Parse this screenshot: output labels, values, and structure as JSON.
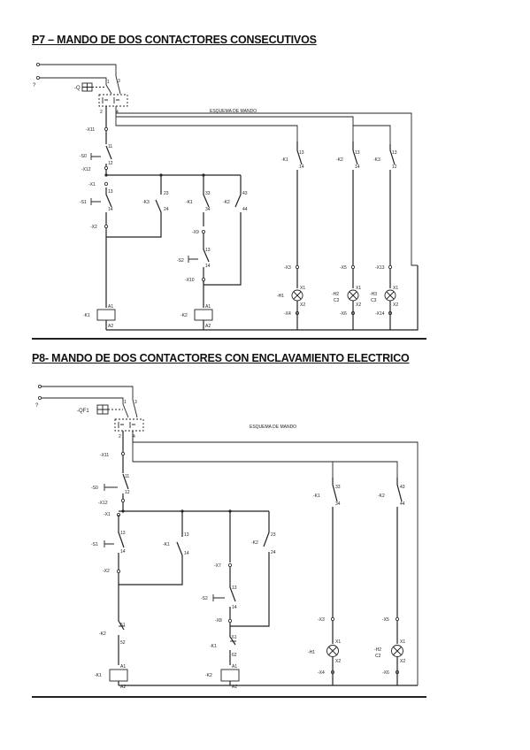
{
  "sections": [
    {
      "title": "P7 – MANDO DE DOS CONTACTORES CONSECUTIVOS",
      "scheme_label": "ESQUEMA DE MANDO",
      "labels": {
        "q": "-Q",
        "t1": "1",
        "t3": "3",
        "t2": "2",
        "t4": "4",
        "x11": "-X11",
        "c11": "11",
        "c12": "12",
        "s0": "-S0",
        "x12": "-X12",
        "x1": "-X1",
        "s1": "-S1",
        "c13": "13",
        "c14": "14",
        "x2": "-X2",
        "k3a": "-K3",
        "c23": "23",
        "c24": "24",
        "k1b": "-K1",
        "c33": "33",
        "c34": "34",
        "k2a": "-K2",
        "c43": "43",
        "c44": "44",
        "x9": "-X9",
        "s2": "-S2",
        "c13b": "13",
        "c14b": "14",
        "x10": "-X10",
        "k1coil": "-K1",
        "a1": "A1",
        "a2": "A2",
        "k2coil": "-K2",
        "a1b": "A1",
        "a2b": "A2",
        "l1k": "-K1",
        "l1c13": "13",
        "l1c14": "14",
        "l1x": "-X3",
        "l1h": "-H1",
        "l1x1": "X1",
        "l1x2": "X2",
        "l1xb": "-X4",
        "l2k": "-K2",
        "l2c13": "13",
        "l2c14": "14",
        "l2x": "-X5",
        "l2h": "-H2",
        "l2hc": "C2",
        "l2x1": "X1",
        "l2x2": "X2",
        "l2xb": "-X6",
        "l3k": "-K3",
        "l3c13": "13",
        "l3c14": "12",
        "l3x": "-X13",
        "l3h": "-H3",
        "l3hc": "C3",
        "l3x1": "X1",
        "l3x2": "X2",
        "l3xb": "-X14"
      }
    },
    {
      "title": "P8-  MANDO DE DOS CONTACTORES CON ENCLAVAMIENTO ELECTRICO",
      "scheme_label": "ESQUEMA DE MANDO",
      "labels": {
        "q": "-QF1",
        "t1": "1",
        "t3": "3",
        "t2": "2",
        "t4": "4",
        "x11": "-X11",
        "c11": "11",
        "c12": "12",
        "s0": "-S0",
        "x12": "-X12",
        "x1": "-X1",
        "s1": "-S1",
        "c13": "13",
        "c14": "14",
        "x2": "-X2",
        "k1a": "-K1",
        "c13k": "13",
        "c14k": "14",
        "x7": "-X7",
        "k2a": "-K2",
        "c23": "23",
        "c24": "24",
        "s2": "-S2",
        "c13b": "13",
        "c14b": "14",
        "x8": "-X8",
        "k2nc": "-K2",
        "c51": "51",
        "c52": "52",
        "k1nc": "-K1",
        "c61": "61",
        "c62": "62",
        "k1coil": "-K1",
        "a1": "A1",
        "a2": "A2",
        "k2coil": "-K2",
        "a1b": "A1",
        "a2b": "A2",
        "l1k": "-K1",
        "l1c13": "33",
        "l1c14": "34",
        "l1x": "-X3",
        "l1h": "-H1",
        "l1x1": "X1",
        "l1x2": "X2",
        "l1xb": "-X4",
        "l2k": "-K2",
        "l2c13": "43",
        "l2c14": "44",
        "l2x": "-X5",
        "l2h": "-H2",
        "l2hc": "C2",
        "l2x1": "X1",
        "l2x2": "X2",
        "l2xb": "-X6"
      }
    }
  ]
}
